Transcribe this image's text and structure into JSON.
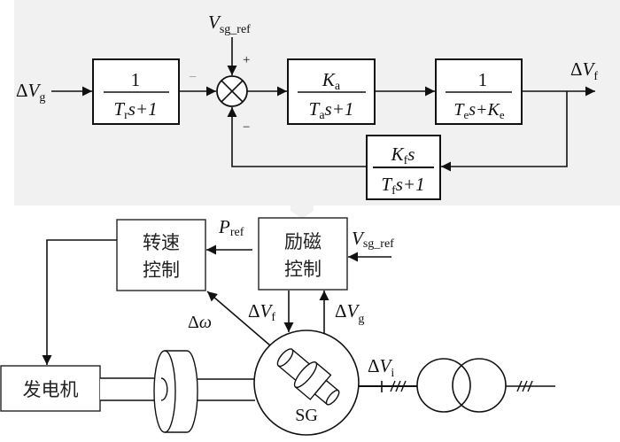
{
  "colors": {
    "panel": "#f1f1f1",
    "line": "#111111",
    "background": "#ffffff"
  },
  "top_diagram": {
    "input": {
      "delta": "Δ",
      "var": "V",
      "sub": "g"
    },
    "reference": {
      "var": "V",
      "sub": "sg_ref"
    },
    "sum_signs": {
      "left": "−",
      "top": "+",
      "bottom": "−"
    },
    "block_transducer": {
      "num": "1",
      "den_var": "T",
      "den_sub": "r",
      "den_rest": "s+1"
    },
    "block_amplifier": {
      "num_var": "K",
      "num_sub": "a",
      "den_var": "T",
      "den_sub": "a",
      "den_rest": "s+1"
    },
    "block_exciter": {
      "num": "1",
      "den_var": "T",
      "den_sub": "e",
      "den_mid": "s+",
      "den_var2": "K",
      "den_sub2": "e"
    },
    "block_feedback": {
      "num_var": "K",
      "num_sub": "f",
      "num_rest": "s",
      "den_var": "T",
      "den_sub": "f",
      "den_rest": "s+1"
    },
    "output": {
      "delta": "Δ",
      "var": "V",
      "sub": "f"
    }
  },
  "bottom_diagram": {
    "speed_control": {
      "line1": "转速",
      "line2": "控制"
    },
    "excitation_control": {
      "line1": "励磁",
      "line2": "控制"
    },
    "prime_mover": {
      "label": "发电机"
    },
    "generator": {
      "label": "SG"
    },
    "signals": {
      "p_ref": {
        "var": "P",
        "sub": "ref"
      },
      "v_ref": {
        "var": "V",
        "sub": "sg_ref"
      },
      "delta_omega": {
        "delta": "Δ",
        "var": "ω"
      },
      "delta_vf": {
        "delta": "Δ",
        "var": "V",
        "sub": "f"
      },
      "delta_vg": {
        "delta": "Δ",
        "var": "V",
        "sub": "g"
      },
      "delta_vi": {
        "delta": "Δ",
        "var": "V",
        "sub": "i"
      }
    }
  }
}
